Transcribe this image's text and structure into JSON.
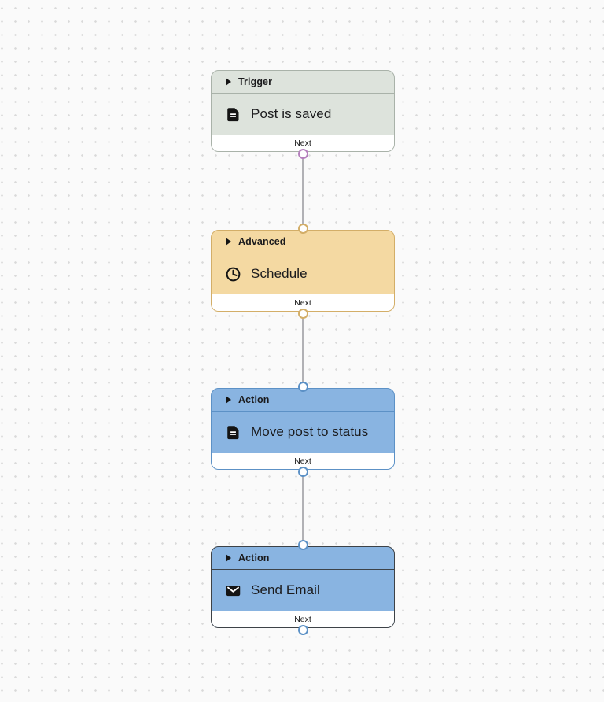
{
  "palette": {
    "canvas_bg": "#fafafa",
    "dot_color": "#d9d9d9",
    "edge_color": "#b1b1b5",
    "text_color": "#1b1b1d",
    "footer_bg": "#ffffff",
    "trigger_fill": "#dde3dc",
    "trigger_border": "#a9b2a9",
    "trigger_handle": "#b580bd",
    "advanced_fill": "#f4d9a2",
    "advanced_border": "#d3ae68",
    "action_fill": "#89b4e1",
    "action_border": "#5c91c6",
    "selected_border": "#3d4247"
  },
  "nodes": [
    {
      "category": "Trigger",
      "title": "Post is saved",
      "footer_label": "Next",
      "icon": "document-icon",
      "type": "trigger",
      "selected": false
    },
    {
      "category": "Advanced",
      "title": "Schedule",
      "footer_label": "Next",
      "icon": "clock-icon",
      "type": "advanced",
      "selected": false
    },
    {
      "category": "Action",
      "title": "Move post to status",
      "footer_label": "Next",
      "icon": "document-icon",
      "type": "action",
      "selected": false
    },
    {
      "category": "Action",
      "title": "Send Email",
      "footer_label": "Next",
      "icon": "envelope-icon",
      "type": "action",
      "selected": true
    }
  ]
}
